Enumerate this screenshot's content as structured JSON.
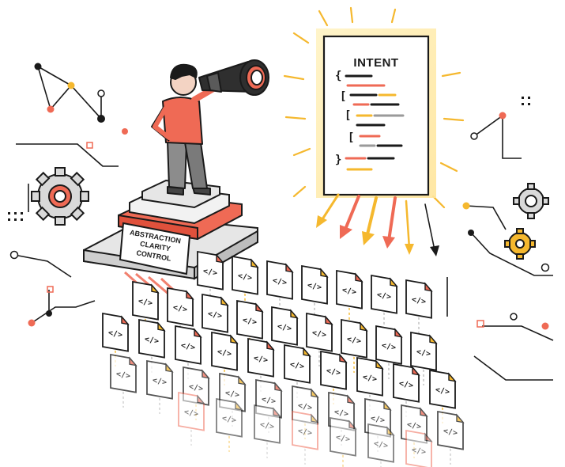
{
  "document": {
    "title": "INTENT",
    "icon": "code-document-icon"
  },
  "pedestal": {
    "lines": [
      "ABSTRACTION",
      "CLARITY",
      "CONTROL"
    ]
  },
  "file_icon": {
    "glyph": "</>",
    "name": "code-file-icon"
  },
  "figure": {
    "icon": "person-with-telescope"
  },
  "colors": {
    "ink": "#1a1a1a",
    "accent": "#ef6a55",
    "gold": "#f5b82e",
    "paper": "#ffffff",
    "gray": "#9a9a9a"
  }
}
